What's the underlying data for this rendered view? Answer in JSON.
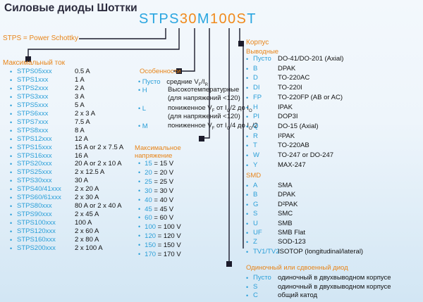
{
  "title": "Силовые диоды Шоттки",
  "code": {
    "part1": "STPS",
    "part2": "30",
    "part3": "M",
    "part4": "100",
    "part5": "S",
    "part6": "T"
  },
  "colors": {
    "blue": "#2aa6e0",
    "orange": "#f08a1c"
  },
  "stps_label": "STPS = Power Schottky",
  "max_current": {
    "heading": "Максимальный ток",
    "rows": [
      {
        "code": "STPS05xxx",
        "value": "0.5 A"
      },
      {
        "code": "STPS1xxx",
        "value": "1 A"
      },
      {
        "code": "STPS2xxx",
        "value": "2 A"
      },
      {
        "code": "STPS3xxx",
        "value": "3 A"
      },
      {
        "code": "STPS5xxx",
        "value": "5 A"
      },
      {
        "code": "STPS6xxx",
        "value": "2 x 3 A"
      },
      {
        "code": "STPS7xxx",
        "value": "7.5 A"
      },
      {
        "code": "STPS8xxx",
        "value": "8 A"
      },
      {
        "code": "STPS12xxx",
        "value": "12 A"
      },
      {
        "code": "STPS15xxx",
        "value": "15 A or 2 x 7.5 A"
      },
      {
        "code": "STPS16xxx",
        "value": "16 A"
      },
      {
        "code": "STPS20xxx",
        "value": "20 A or 2 x 10 A"
      },
      {
        "code": "STPS25xxx",
        "value": "2 x 12.5 A"
      },
      {
        "code": "STPS30xxx",
        "value": "30 A"
      },
      {
        "code": "STPS40/41xxx",
        "value": "2 x 20 A"
      },
      {
        "code": "STPS60/61xxx",
        "value": "2 x 30 A"
      },
      {
        "code": "STPS80xxx",
        "value": "80 A or 2 x 40 A"
      },
      {
        "code": "STPS90xxx",
        "value": "2 x 45 A"
      },
      {
        "code": "STPS100xxx",
        "value": "100 A"
      },
      {
        "code": "STPS120xxx",
        "value": "2 x 60 A"
      },
      {
        "code": "STPS160xxx",
        "value": "2 x 80 A"
      },
      {
        "code": "STPS200xxx",
        "value": "2 x 100 A"
      }
    ]
  },
  "features": {
    "heading": "Особенности",
    "rows": [
      {
        "code": "Пусто",
        "text": "средние V"
      },
      {
        "code": "H",
        "text": "Высокотемпературные"
      },
      {
        "code": "",
        "text": "(для напряжений <120)"
      },
      {
        "code": "L",
        "text": "пониженное V"
      },
      {
        "code": "",
        "text": "(для напряжений <120)"
      },
      {
        "code": "M",
        "text": "пониженное V"
      }
    ],
    "vf_sub": "F",
    "ir_text": "/I",
    "ir_sub": "R",
    "l_tail": " от I",
    "l_sub0": "O",
    "l_mid": "/2 до I",
    "l_sub1": "O",
    "m_tail": " от I",
    "m_sub0": "O",
    "m_mid": "/4 до I",
    "m_sub1": "O",
    "m_end": "/2"
  },
  "max_voltage": {
    "heading_line1": "Максимальное",
    "heading_line2": "напряжение",
    "rows": [
      {
        "code": "15",
        "value": "15 V"
      },
      {
        "code": "20",
        "value": "20 V"
      },
      {
        "code": "25",
        "value": "25 V"
      },
      {
        "code": "30",
        "value": "30 V"
      },
      {
        "code": "40",
        "value": "40 V"
      },
      {
        "code": "45",
        "value": "45 V"
      },
      {
        "code": "60",
        "value": "60 V"
      },
      {
        "code": "100",
        "value": "100 V"
      },
      {
        "code": "120",
        "value": "120 V"
      },
      {
        "code": "150",
        "value": "150 V"
      },
      {
        "code": "170",
        "value": "170 V"
      }
    ],
    "eq": " = "
  },
  "package": {
    "heading": "Корпус",
    "leaded_heading": "Выводные",
    "leaded": [
      {
        "code": "Пусто",
        "value": "DO-41/DO-201 (Axial)"
      },
      {
        "code": "B",
        "value": "DPAK"
      },
      {
        "code": "D",
        "value": "TO-220AC"
      },
      {
        "code": "DI",
        "value": "TO-220I"
      },
      {
        "code": "FP",
        "value": "TO-220FP (AB or AC)"
      },
      {
        "code": "H",
        "value": "IPAK"
      },
      {
        "code": "PI",
        "value": "DOP3I"
      },
      {
        "code": "Q",
        "value": "DO-15 (Axial)"
      },
      {
        "code": "R",
        "value": "I²PAK"
      },
      {
        "code": "T",
        "value": "TO-220AB"
      },
      {
        "code": "W",
        "value": "TO-247 or DO-247"
      },
      {
        "code": "Y",
        "value": "MAX-247"
      }
    ],
    "smd_heading": "SMD",
    "smd": [
      {
        "code": "A",
        "value": "SMA"
      },
      {
        "code": "B",
        "value": "DPAK"
      },
      {
        "code": "G",
        "value": "D²PAK"
      },
      {
        "code": "S",
        "value": "SMC"
      },
      {
        "code": "U",
        "value": "SMB"
      },
      {
        "code": "UF",
        "value": "SMB Flat"
      },
      {
        "code": "Z",
        "value": "SOD-123"
      },
      {
        "code": "TV1/TV2",
        "value": "ISOTOP (longitudinal/lateral)"
      }
    ]
  },
  "single_dual": {
    "heading": "Одиночный или сдвоенный диод",
    "rows": [
      {
        "code": "Пусто",
        "value": "одиночный в двухвыводном корпусе"
      },
      {
        "code": "S",
        "value": "одиночный в двухвыводном корпусе"
      },
      {
        "code": "C",
        "value": "общий катод"
      }
    ]
  },
  "bullet": "•"
}
